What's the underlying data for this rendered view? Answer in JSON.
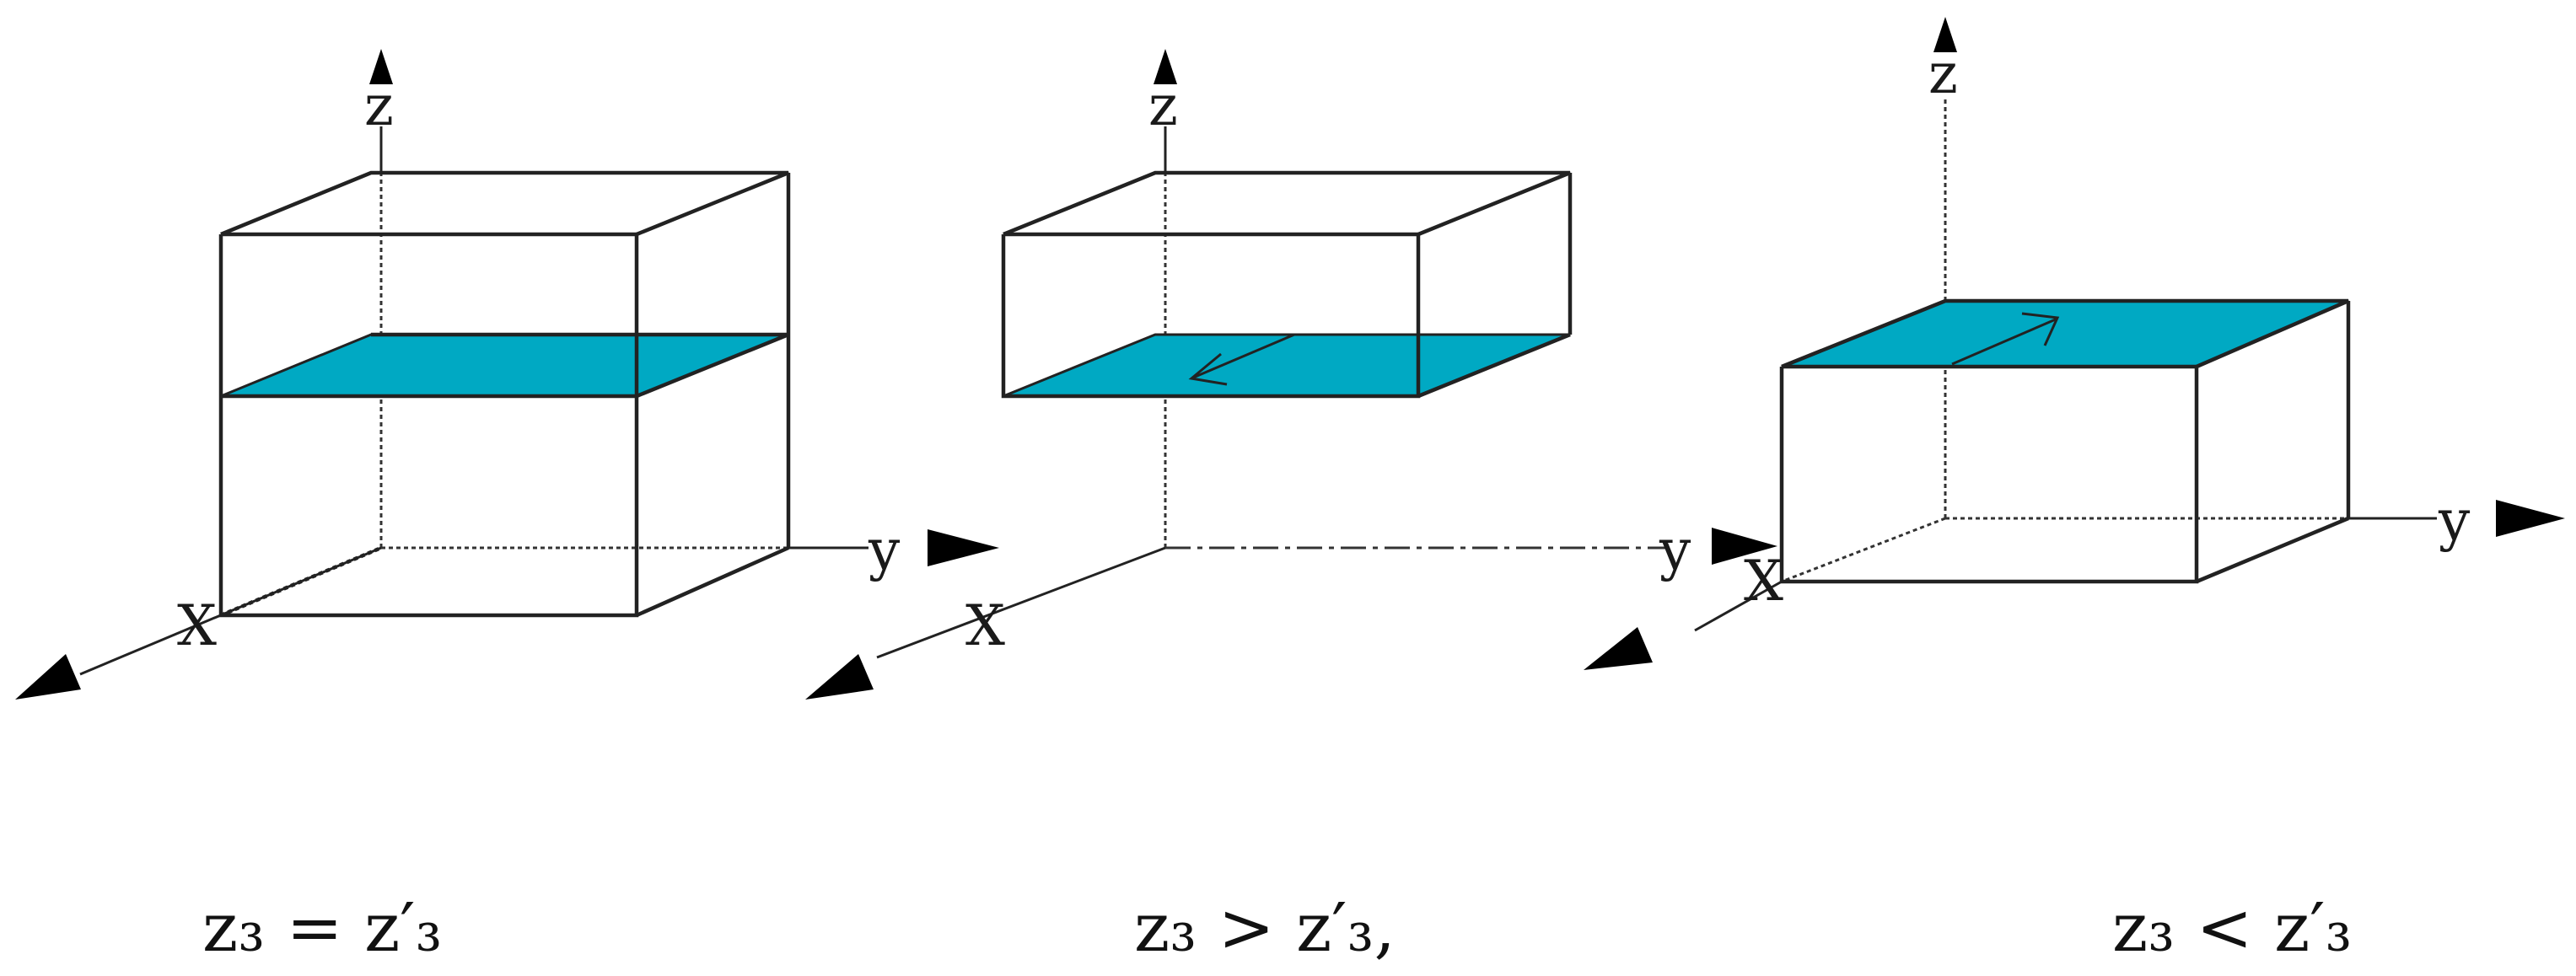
{
  "colors": {
    "plane": "#00A9C3",
    "line": "#222222"
  },
  "axis_labels": {
    "x": "X",
    "y": "y",
    "z": "z"
  },
  "captions": [
    "z₃ = z′₃",
    "z₃ > z′₃,",
    "z₃ < z′₃"
  ]
}
